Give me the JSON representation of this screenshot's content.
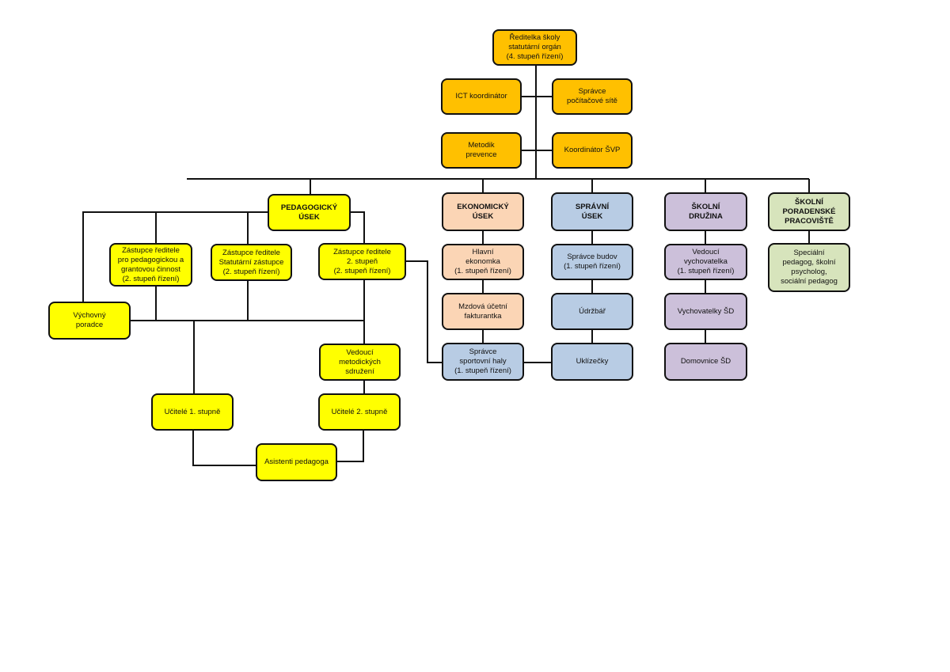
{
  "colors": {
    "top": "#FFC000",
    "pedagogical": "#FFFF00",
    "economic": "#FBD5B5",
    "administrative": "#B8CCE4",
    "after_school": "#CCC0DA",
    "counseling": "#D7E4BC"
  },
  "top": {
    "director": "Ředitelka školy\nstatutární orgán\n(4. stupeň řízení)",
    "ict": "ICT koordinátor",
    "network": "Správce\npočítačové sítě",
    "prevention": "Metodik\nprevence",
    "svp": "Koordinátor ŠVP"
  },
  "pedagogical": {
    "head": "PEDAGOGICKÝ\nÚSEK",
    "deputy_grants": "Zástupce ředitele\npro pedagogickou a\ngrantovou činnost\n(2. stupeň řízení)",
    "deputy_statutory": "Zástupce ředitele\nStatutární zástupce\n(2. stupeň řízení)",
    "deputy_second": "Zástupce ředitele\n2. stupeň\n(2. stupeň řízení)",
    "counselor": "Výchovný\nporadce",
    "methodics": "Vedoucí\nmetodických\nsdružení",
    "teachers1": "Učitelé 1. stupně",
    "teachers2": "Učitelé 2. stupně",
    "assistants": "Asistenti pedagoga"
  },
  "economic": {
    "head": "EKONOMICKÝ\nÚSEK",
    "chief": "Hlavní\nekonomka\n(1. stupeň řízení)",
    "payroll": "Mzdová účetní\nfakturantka"
  },
  "administrative": {
    "head": "SPRÁVNÍ\nÚSEK",
    "buildings": "Správce budov\n(1. stupeň řízení)",
    "maintenance": "Údržbář",
    "cleaners": "Uklízečky",
    "sports_hall": "Správce\nsportovní haly\n(1. stupeň řízení)"
  },
  "after_school": {
    "head": "ŠKOLNÍ\nDRUŽINA",
    "lead": "Vedoucí\nvychovatelka\n(1. stupeň řízení)",
    "educators": "Vychovatelky ŠD",
    "janitor": "Domovnice ŠD"
  },
  "counseling": {
    "head": "ŠKOLNÍ\nPORADENSKÉ\nPRACOVIŠTĚ",
    "staff": "Speciální\npedagog, školní\npsycholog,\nsociální pedagog"
  }
}
